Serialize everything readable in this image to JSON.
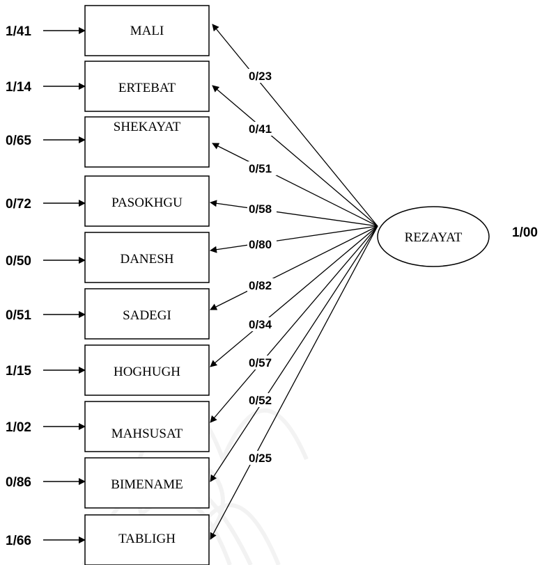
{
  "latent": {
    "label": "REZAYAT",
    "variance": "1/00"
  },
  "indicators": [
    {
      "label": "MALI",
      "error": "1/41",
      "loading": "0/23"
    },
    {
      "label": "ERTEBAT",
      "error": "1/14",
      "loading": "0/41"
    },
    {
      "label": "SHEKAYAT",
      "error": "0/65",
      "loading": "0/51"
    },
    {
      "label": "PASOKHGU",
      "error": "0/72",
      "loading": "0/58"
    },
    {
      "label": "DANESH",
      "error": "0/50",
      "loading": "0/80"
    },
    {
      "label": "SADEGI",
      "error": "0/51",
      "loading": "0/82"
    },
    {
      "label": "HOGHUGH",
      "error": "1/15",
      "loading": "0/34"
    },
    {
      "label": "MAHSUSAT",
      "error": "1/02",
      "loading": "0/57"
    },
    {
      "label": "BIMENAME",
      "error": "0/86",
      "loading": "0/52"
    },
    {
      "label": "TABLIGH",
      "error": "1/66",
      "loading": "0/25"
    }
  ]
}
